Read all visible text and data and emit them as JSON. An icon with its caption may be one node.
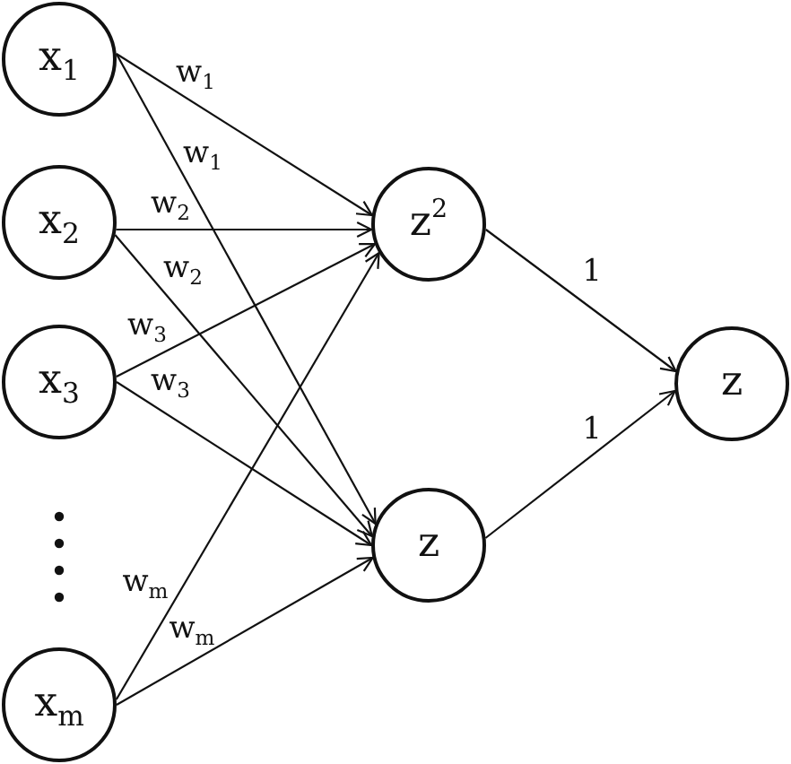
{
  "diagram": {
    "nodes": [
      {
        "text": [
          "x$_{1}$"
        ]
      },
      {
        "text": [
          "x$_{2}$"
        ]
      },
      {
        "text": [
          "x$_{3}$"
        ]
      },
      {
        "text": [
          "x$_{m}$"
        ]
      },
      {
        "text": [
          "z$^{2}$"
        ]
      },
      {
        "text": [
          "z"
        ]
      },
      {
        "text": [
          "z"
        ]
      }
    ],
    "edges": [
      {
        "from": 0,
        "to": 4,
        "arrow": "to",
        "label": "w$_{1}$"
      },
      {
        "from": 0,
        "to": 5,
        "arrow": "to",
        "label": "w$_{1}$"
      },
      {
        "from": 1,
        "to": 4,
        "arrow": "to",
        "label": "w$_{2}$"
      },
      {
        "from": 1,
        "to": 5,
        "arrow": "to",
        "label": "w$_{2}$"
      },
      {
        "from": 2,
        "to": 4,
        "arrow": "to",
        "label": "w$_{3}$"
      },
      {
        "from": 2,
        "to": 5,
        "arrow": "to",
        "label": "w$_{3}$"
      },
      {
        "from": 3,
        "to": 4,
        "arrow": "to",
        "label": "w$_{m}$"
      },
      {
        "from": 3,
        "to": 5,
        "arrow": "to",
        "label": "w$_{m}$"
      },
      {
        "from": 4,
        "to": 6,
        "arrow": "to",
        "label": "1"
      },
      {
        "from": 5,
        "to": 6,
        "arrow": "to",
        "label": "1"
      }
    ]
  }
}
